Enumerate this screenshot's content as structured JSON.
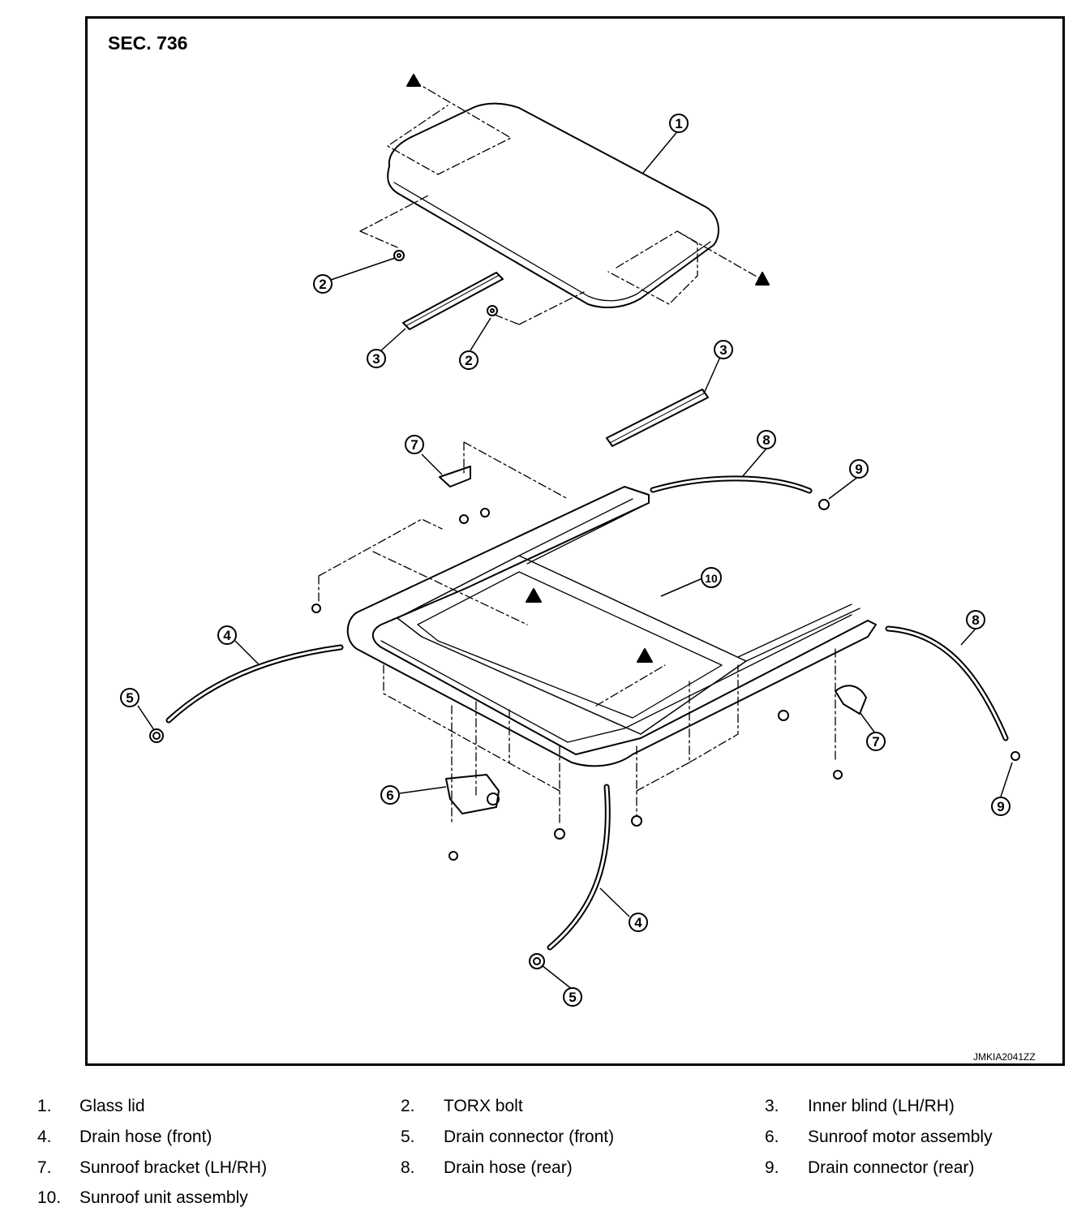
{
  "diagram": {
    "section": "SEC. 736",
    "image_code": "JMKIA2041ZZ",
    "callouts": [
      "1",
      "2",
      "2",
      "3",
      "3",
      "4",
      "4",
      "5",
      "5",
      "6",
      "7",
      "7",
      "8",
      "8",
      "9",
      "9",
      "10"
    ]
  },
  "legend": [
    {
      "num": "1.",
      "text": "Glass lid"
    },
    {
      "num": "2.",
      "text": "TORX bolt"
    },
    {
      "num": "3.",
      "text": "Inner blind (LH/RH)"
    },
    {
      "num": "4.",
      "text": "Drain hose (front)"
    },
    {
      "num": "5.",
      "text": "Drain connector (front)"
    },
    {
      "num": "6.",
      "text": "Sunroof motor assembly"
    },
    {
      "num": "7.",
      "text": "Sunroof bracket (LH/RH)"
    },
    {
      "num": "8.",
      "text": "Drain hose (rear)"
    },
    {
      "num": "9.",
      "text": "Drain connector (rear)"
    },
    {
      "num": "10.",
      "text": "Sunroof unit assembly"
    }
  ]
}
